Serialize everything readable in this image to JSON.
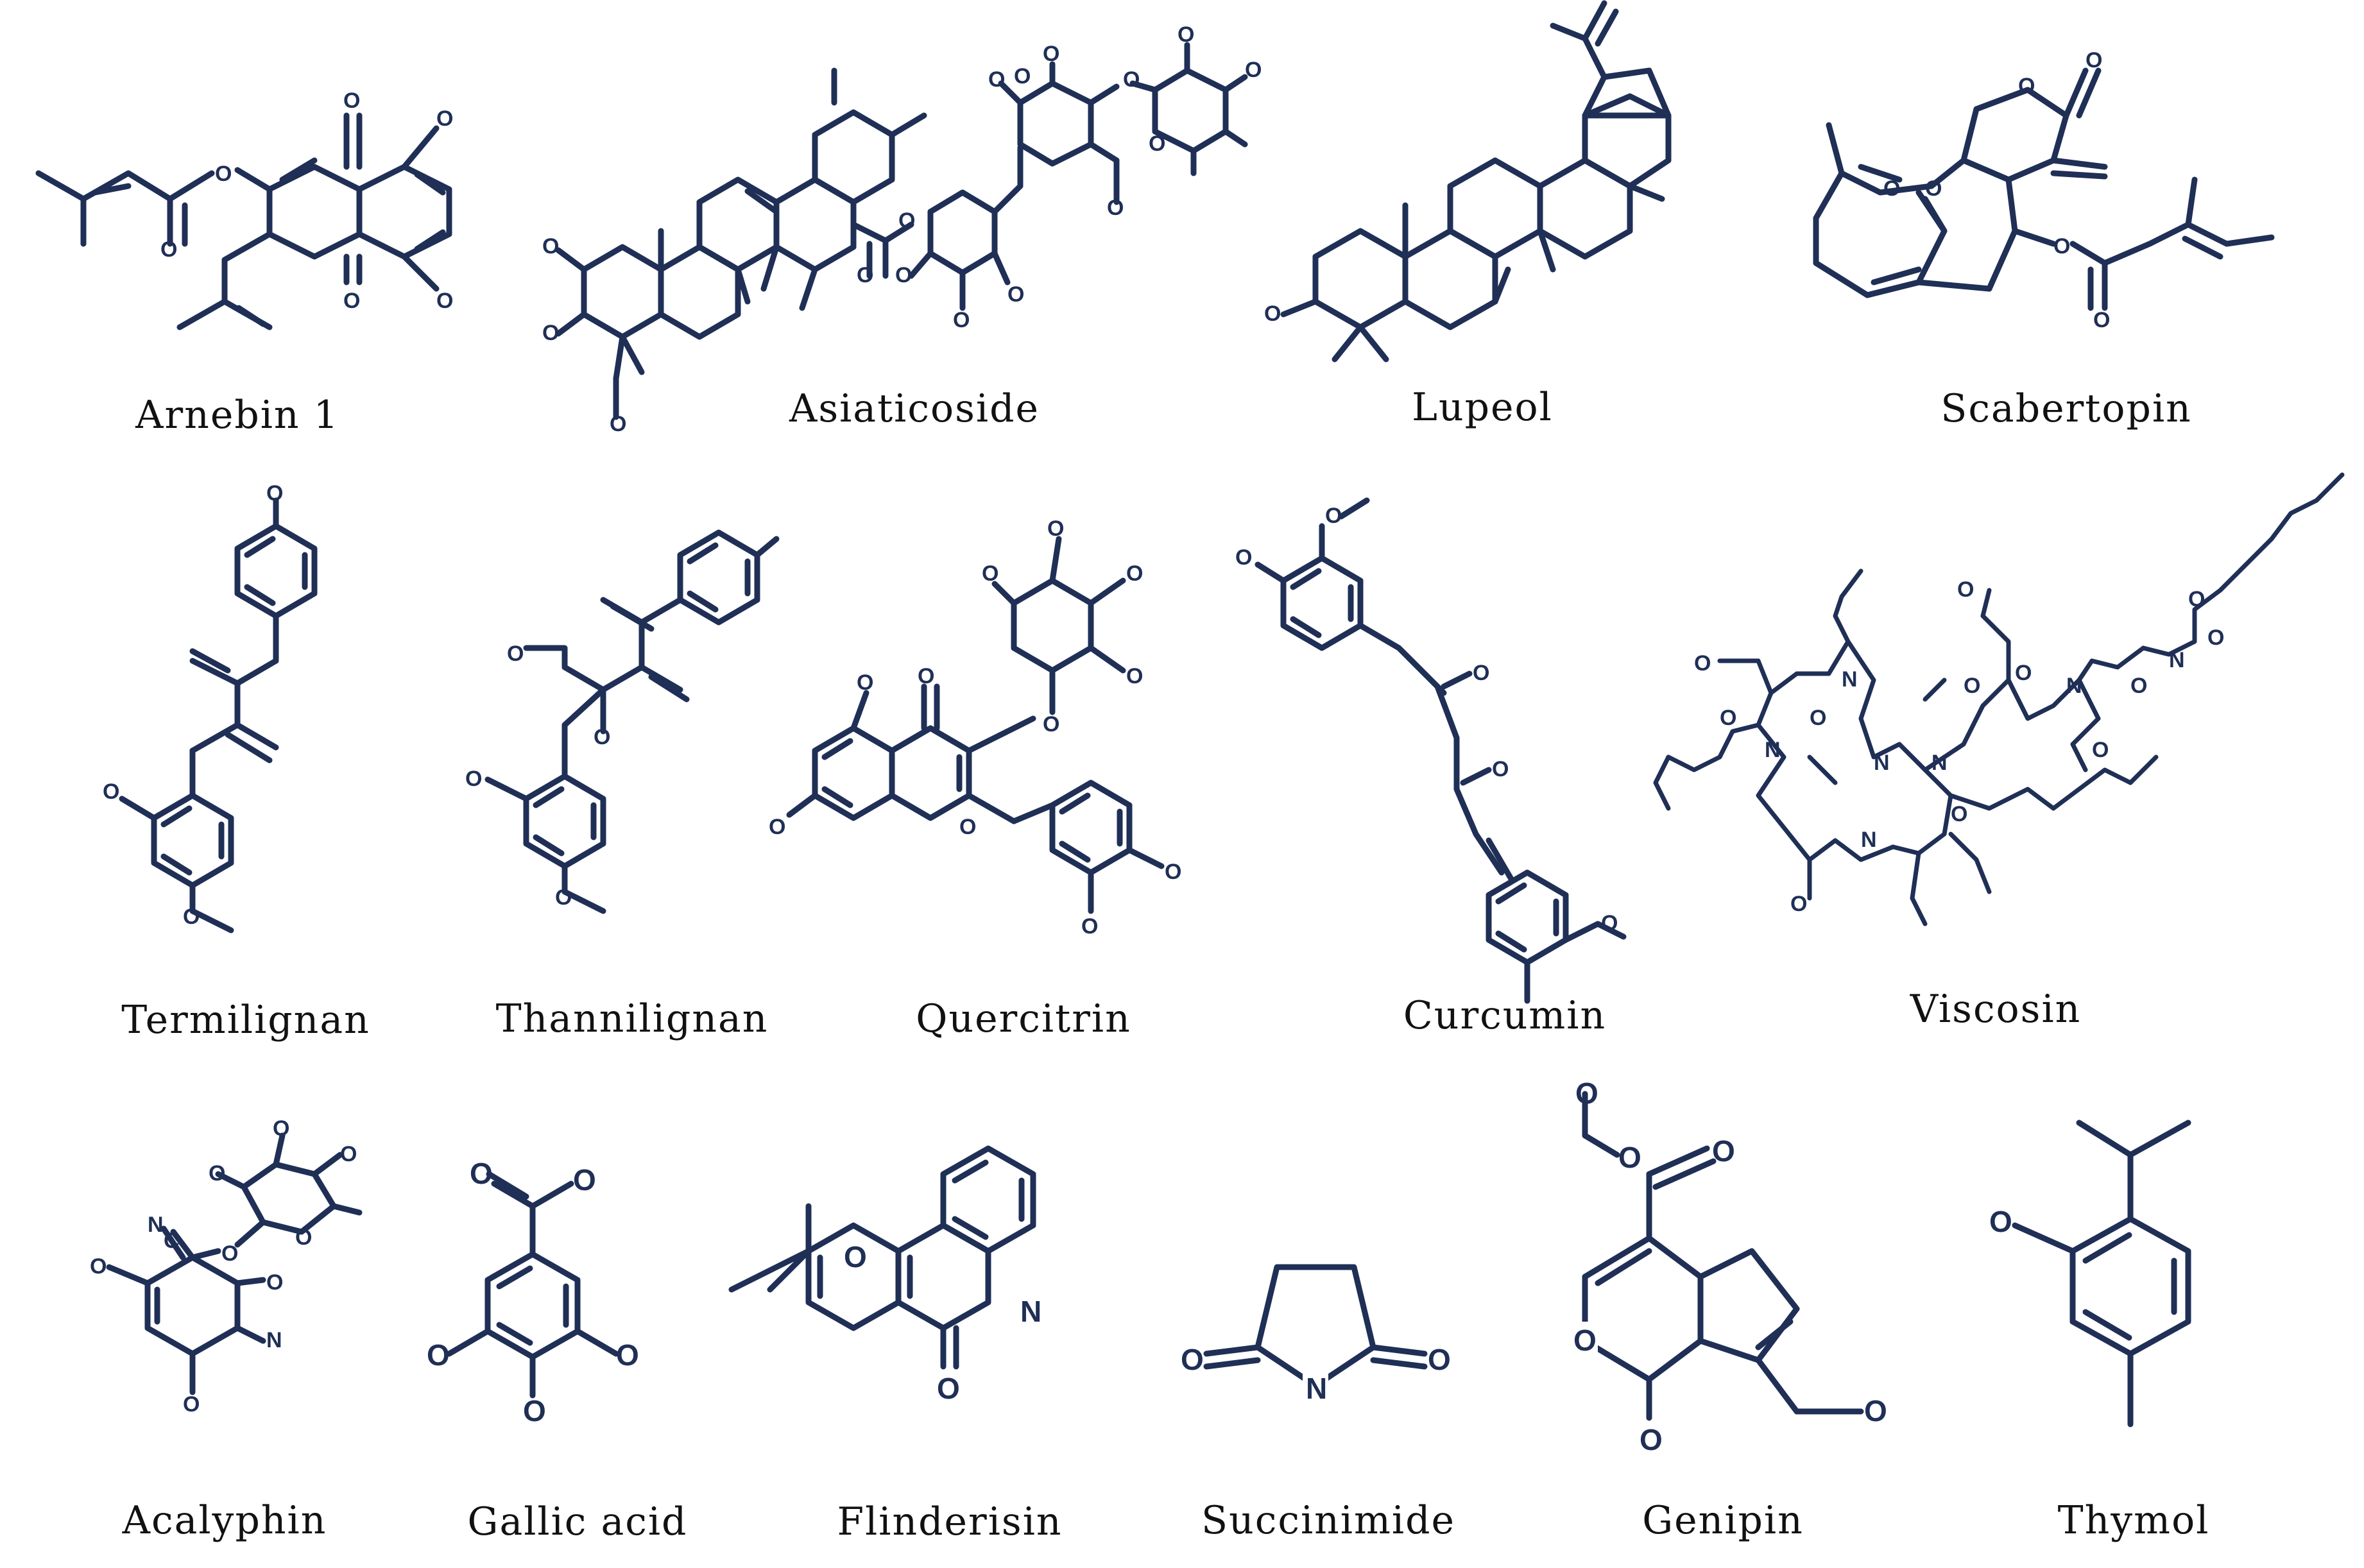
{
  "compounds": [
    {
      "name": "Arnebin 1"
    },
    {
      "name": "Asiaticoside"
    },
    {
      "name": "Lupeol"
    },
    {
      "name": "Scabertopin"
    },
    {
      "name": "Termilignan"
    },
    {
      "name": "Thannilignan"
    },
    {
      "name": "Quercitrin"
    },
    {
      "name": "Curcumin"
    },
    {
      "name": "Viscosin"
    },
    {
      "name": "Acalyphin"
    },
    {
      "name": "Gallic acid"
    },
    {
      "name": "Flinderisin"
    },
    {
      "name": "Succinimide"
    },
    {
      "name": "Genipin"
    },
    {
      "name": "Thymol"
    }
  ],
  "colors": {
    "structure": "#1f2f56",
    "caption": "#111111",
    "background": "#ffffff"
  }
}
